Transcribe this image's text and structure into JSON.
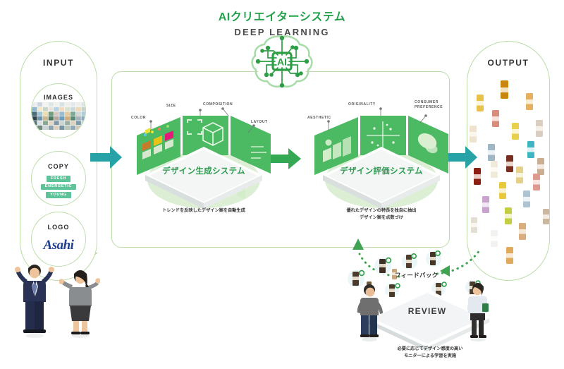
{
  "header": {
    "title_ja": "AIクリエイターシステム",
    "title_en": "DEEP LEARNING",
    "brain_icon_label": "AI",
    "title_color": "#22A14B"
  },
  "input_panel": {
    "title": "INPUT",
    "cards": [
      {
        "label": "IMAGES",
        "icon": "image-mosaic-icon"
      },
      {
        "label": "COPY",
        "icon": "copy-tags-icon",
        "tags": [
          "FRESH",
          "ENERGETIC",
          "YOUNG"
        ]
      },
      {
        "label": "LOGO",
        "icon": "asahi-logo-icon",
        "logo_text": "Asahi"
      }
    ]
  },
  "output_panel": {
    "title": "OUTPUT",
    "item_icon": "beverage-can-icon",
    "item_count": 28
  },
  "arrows": {
    "input_to_gen": {
      "name": "arrow-input-to-generation",
      "color": "#27A3A8"
    },
    "gen_to_eval": {
      "name": "arrow-generation-to-evaluation",
      "color": "#34A853"
    },
    "eval_to_output": {
      "name": "arrow-evaluation-to-output",
      "color": "#27A3A8"
    },
    "feedback": {
      "name": "feedback-dotted-arrow",
      "color": "#3FA351"
    }
  },
  "systems": [
    {
      "id": "generation",
      "label": "デザイン生成システム",
      "caption": "トレンドを反映したデザイン案を自動生成",
      "panels": [
        {
          "label": "COLOR",
          "icon": "color-palette-icon"
        },
        {
          "label": "SIZE",
          "icon": "size-crop-icon"
        },
        {
          "label": "COMPOSITION",
          "icon": "cube-composition-icon"
        },
        {
          "label": "LAYOUT",
          "icon": "layout-can-icon"
        }
      ]
    },
    {
      "id": "evaluation",
      "label": "デザイン評価システム",
      "caption_line1": "優れたデザインの特長を独自に抽出",
      "caption_line2": "デザイン案を点数づけ",
      "panels": [
        {
          "label": "AESTHETIC",
          "icon": "aesthetic-shapes-icon"
        },
        {
          "label": "ORIGINALITY",
          "icon": "scatter-axis-icon"
        },
        {
          "label": "CONSUMER\nPREFERENCE",
          "icon": "thumb-preference-icon"
        }
      ]
    }
  ],
  "review": {
    "feedback_label": "フィードバック",
    "platform_label": "REVIEW",
    "caption_line1": "必要に応じてデザイン感度の高い",
    "caption_line2": "モニターによる学習を実施",
    "people": [
      "male-reviewer",
      "female-reviewer"
    ]
  },
  "actors": {
    "left_people": [
      "male-person",
      "female-person"
    ]
  },
  "colors": {
    "brand_green": "#22A14B",
    "light_green_border": "#BBDCA8",
    "teal_arrow": "#27A3A8",
    "green_arrow": "#34A853",
    "system_green": "#4CB963",
    "tag_green": "#5FC39A"
  }
}
